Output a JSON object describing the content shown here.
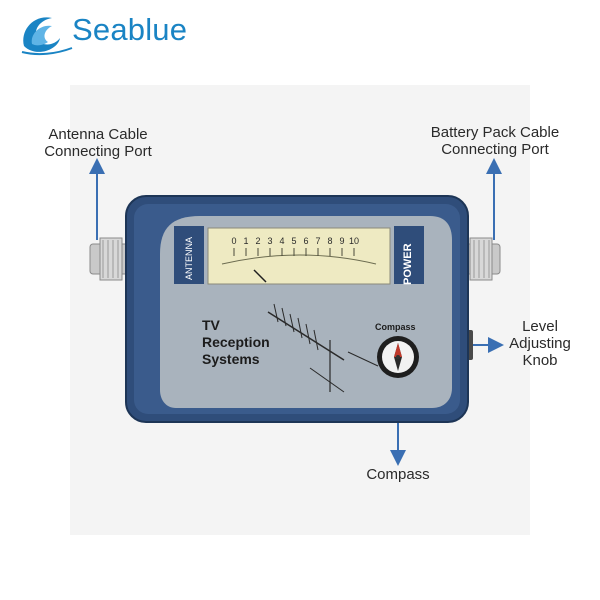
{
  "brand": {
    "name": "Seablue",
    "logo_icon": "wave-icon",
    "color": "#1a84c4"
  },
  "watermark": "Seablue",
  "callouts": {
    "antenna_port": "Antenna Cable\nConnecting Port",
    "battery_port": "Battery Pack Cable\nConnecting Port",
    "level_knob": "Level\nAdjusting\nKnob",
    "compass": "Compass"
  },
  "device": {
    "side_left": "ANTENNA",
    "side_right": "POWER",
    "product_title": [
      "TV",
      "Reception",
      "Systems"
    ],
    "compass_label": "Compass",
    "meter_scale": [
      "0",
      "1",
      "2",
      "3",
      "4",
      "5",
      "6",
      "7",
      "8",
      "9",
      "10"
    ],
    "body_color": "#2f4d7a",
    "panel_color": "#a9b3bd",
    "meter_color": "#eeeac2"
  },
  "arrows": {
    "color": "#3a6fb3"
  }
}
